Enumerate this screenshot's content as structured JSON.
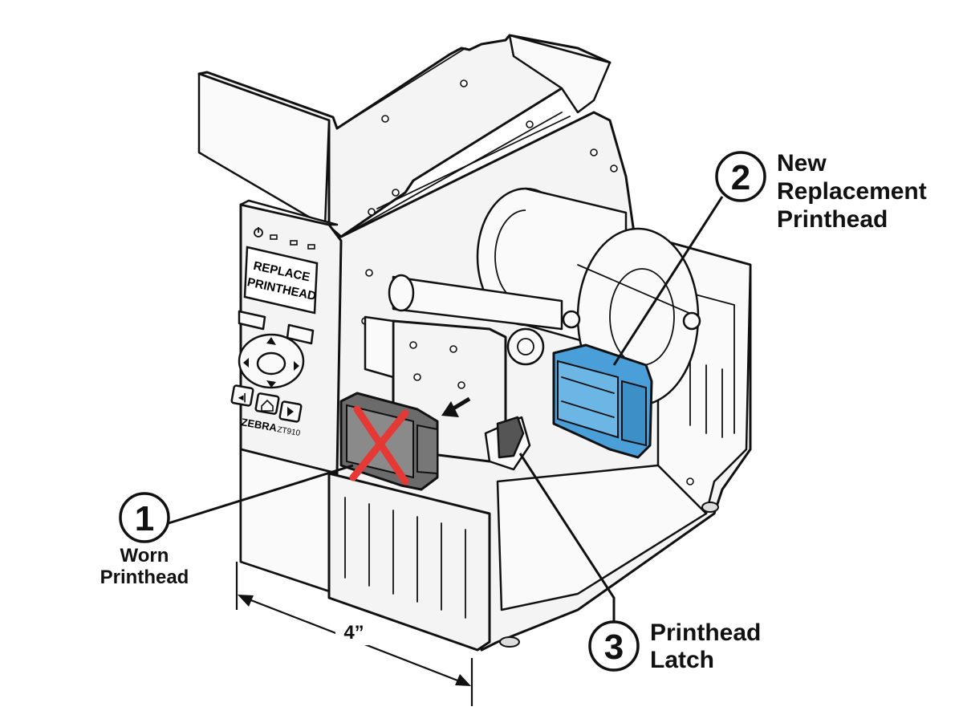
{
  "screen": {
    "line1": "REPLACE",
    "line2": "PRINTHEAD"
  },
  "brand": {
    "name": "ZEBRA",
    "model": "ZT910"
  },
  "callouts": [
    {
      "number": "1",
      "lines": [
        "Worn",
        "Printhead"
      ]
    },
    {
      "number": "2",
      "lines": [
        "New",
        "Replacement",
        "Printhead"
      ]
    },
    {
      "number": "3",
      "lines": [
        "Printhead",
        "Latch"
      ]
    }
  ],
  "dimension": {
    "label": "4”"
  },
  "colors": {
    "new_printhead": "#4a9fd8",
    "worn_printhead": "#6b6b6b",
    "remove_mark": "#e53935",
    "ink": "#111111"
  },
  "icons": [
    "power-icon",
    "up-arrow-icon",
    "down-arrow-icon",
    "left-arrow-icon",
    "right-arrow-icon",
    "home-icon",
    "remove-x-icon",
    "direction-arrow-icon"
  ]
}
